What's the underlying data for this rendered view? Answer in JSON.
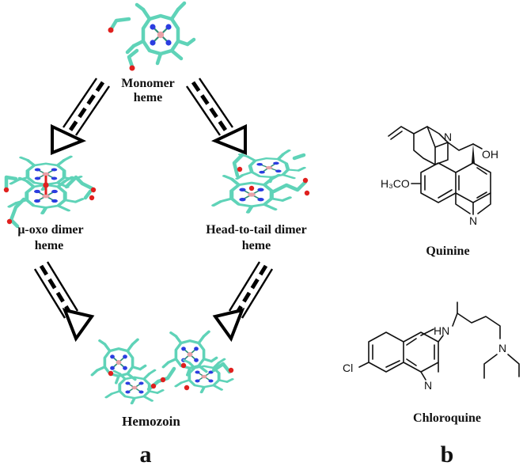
{
  "panel_a": {
    "label": "a",
    "monomer": {
      "line1": "Monomer",
      "line2": "heme"
    },
    "mu_oxo": {
      "line1": "μ-oxo dimer",
      "line2": "heme"
    },
    "head_to_tail": {
      "line1": "Head-to-tail dimer",
      "line2": "heme"
    },
    "hemozoin": "Hemozoin"
  },
  "panel_b": {
    "label": "b",
    "quinine": {
      "name": "Quinine",
      "atoms": {
        "oh": "OH",
        "n_bridge": "N",
        "methoxy": "H₃CO",
        "n_ring": "N"
      }
    },
    "chloroquine": {
      "name": "Chloroquine",
      "atoms": {
        "hn": "HN",
        "n_amine": "N",
        "cl": "Cl",
        "n_ring": "N"
      }
    }
  },
  "colors": {
    "carbon_stick": "#5fd3b8",
    "nitrogen": "#2b3de0",
    "iron": "#e8a2a8",
    "oxygen": "#e0201e",
    "arrow": "#000000"
  }
}
